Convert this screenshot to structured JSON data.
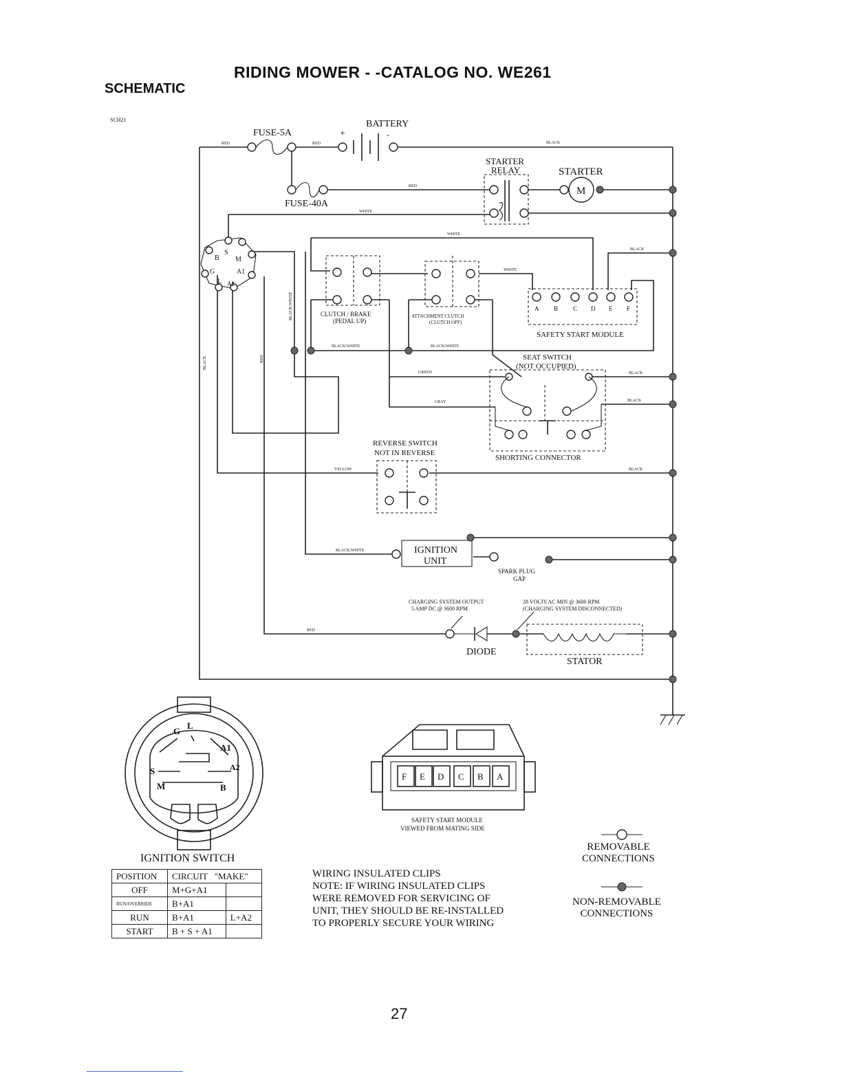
{
  "title": "RIDING MOWER - -CATALOG NO.  WE261",
  "section": "SCHEMATIC",
  "code": "SCH21",
  "components": {
    "battery": "BATTERY",
    "fuse5": "FUSE-5A",
    "fuse40": "FUSE-40A",
    "starter_relay_1": "STARTER",
    "starter_relay_2": "RELAY",
    "starter": "STARTER",
    "starter_m": "M",
    "clutch_1": "CLUTCH / BRAKE",
    "clutch_2": "(PEDAL UP)",
    "attach_1": "ATTACHMENT CLUTCH",
    "attach_2": "(CLUTCH OFF)",
    "safety_module": "SAFETY START MODULE",
    "seat_1": "SEAT SWITCH",
    "seat_2": "(NOT OCCUPIED)",
    "shorting": "SHORTING CONNECTOR",
    "reverse_1": "REVERSE SWITCH",
    "reverse_2": "NOT IN REVERSE",
    "ignition_unit_1": "IGNITION",
    "ignition_unit_2": "UNIT",
    "spark_1": "SPARK PLUG",
    "spark_2": "GAP",
    "charging_1": "CHARGING SYSTEM OUTPUT",
    "charging_2": "5 AMP DC @ 3600 RPM",
    "volts_1": "28 VOLTS AC MIN @ 3600 RPM",
    "volts_2": "(CHARGING SYSTEM DISCONNECTED)",
    "diode": "DIODE",
    "stator": "STATOR"
  },
  "wires": {
    "red": "RED",
    "black": "BLACK",
    "white": "WHITE",
    "black_white": "BLACK/WHITE",
    "green": "GREEN",
    "gray": "GRAY",
    "yellow": "YELLOW"
  },
  "ignition_switch_terminals": {
    "b": "B",
    "s": "S",
    "m": "M",
    "g": "G",
    "l": "L",
    "a1": "A1",
    "a2": "A2"
  },
  "module_letters": [
    "A",
    "B",
    "C",
    "D",
    "E",
    "F"
  ],
  "module_view_letters": [
    "F",
    "E",
    "D",
    "C",
    "B",
    "A"
  ],
  "module_view_caption_1": "SAFETY START MODULE",
  "module_view_caption_2": "VIEWED FROM MATING SIDE",
  "ignition_switch": {
    "title": "IGNITION SWITCH",
    "headers": [
      "POSITION",
      "CIRCUIT",
      "\"MAKE\""
    ],
    "rows": [
      {
        "position": "OFF",
        "circuit": "M+G+A1",
        "extra": ""
      },
      {
        "position": "RUN/OVERRIDE",
        "circuit": "B+A1",
        "extra": ""
      },
      {
        "position": "RUN",
        "circuit": "B+A1",
        "extra": "L+A2"
      },
      {
        "position": "START",
        "circuit": "B + S + A1",
        "extra": ""
      }
    ]
  },
  "note": {
    "heading": "WIRING INSULATED CLIPS",
    "lines": [
      "NOTE:  IF WIRING INSULATED CLIPS",
      "WERE REMOVED FOR SERVICING OF",
      "UNIT, THEY SHOULD BE RE-INSTALLED",
      "TO PROPERLY SECURE YOUR WIRING"
    ]
  },
  "legend": {
    "removable_1": "REMOVABLE",
    "removable_2": "CONNECTIONS",
    "nonremovable_1": "NON-REMOVABLE",
    "nonremovable_2": "CONNECTIONS"
  },
  "page_number": "27"
}
